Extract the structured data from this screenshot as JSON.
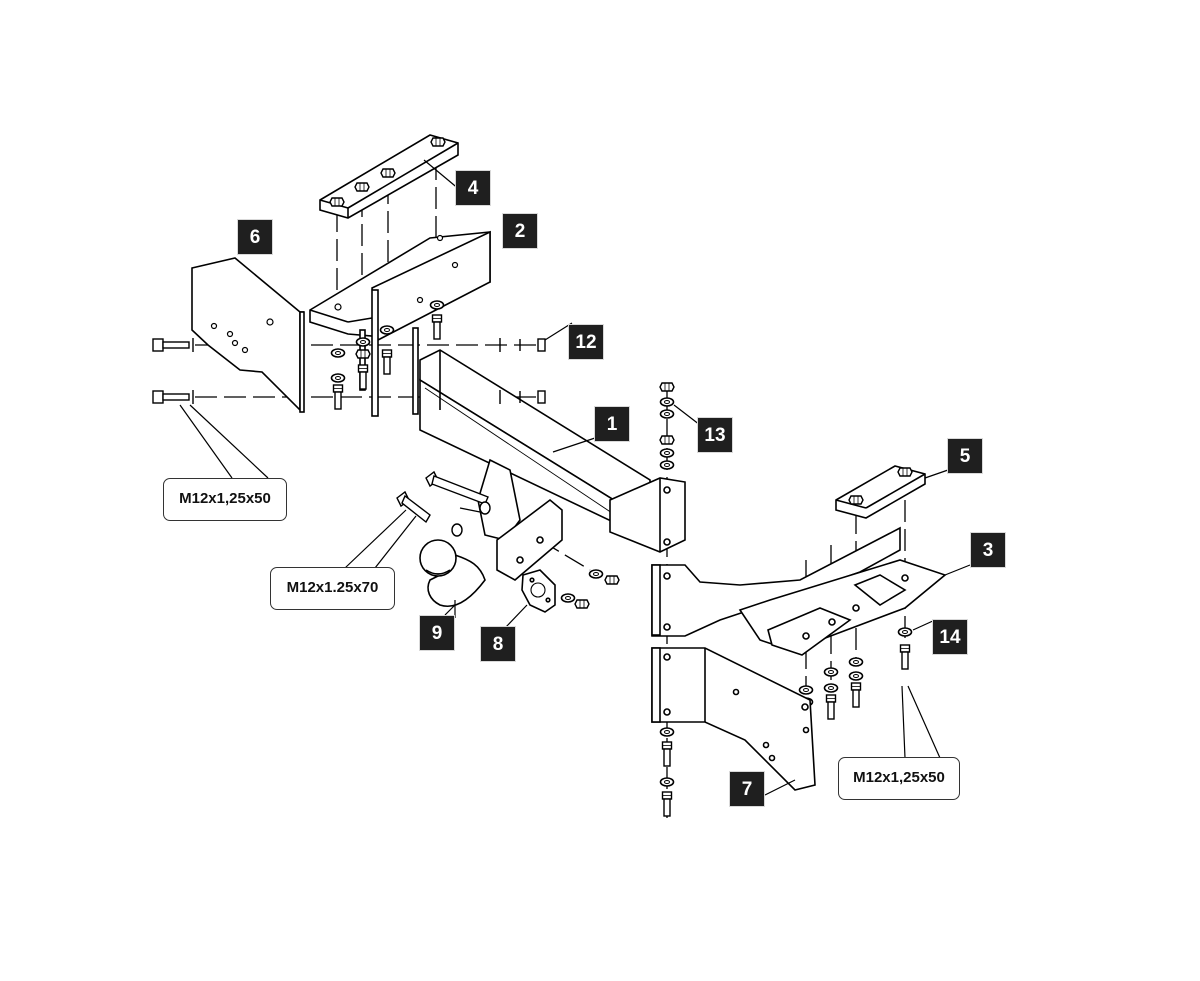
{
  "parts": [
    {
      "id": "p1",
      "label": "1"
    },
    {
      "id": "p2",
      "label": "2"
    },
    {
      "id": "p3",
      "label": "3"
    },
    {
      "id": "p4",
      "label": "4"
    },
    {
      "id": "p5",
      "label": "5"
    },
    {
      "id": "p6",
      "label": "6"
    },
    {
      "id": "p7",
      "label": "7"
    },
    {
      "id": "p8",
      "label": "8"
    },
    {
      "id": "p9",
      "label": "9"
    },
    {
      "id": "p12",
      "label": "12"
    },
    {
      "id": "p13",
      "label": "13"
    },
    {
      "id": "p14",
      "label": "14"
    }
  ],
  "bolt_specs": [
    {
      "id": "s1",
      "text": "M12x1,25x50"
    },
    {
      "id": "s2",
      "text": "M12x1.25x70"
    },
    {
      "id": "s3",
      "text": "M12x1,25x50"
    }
  ]
}
